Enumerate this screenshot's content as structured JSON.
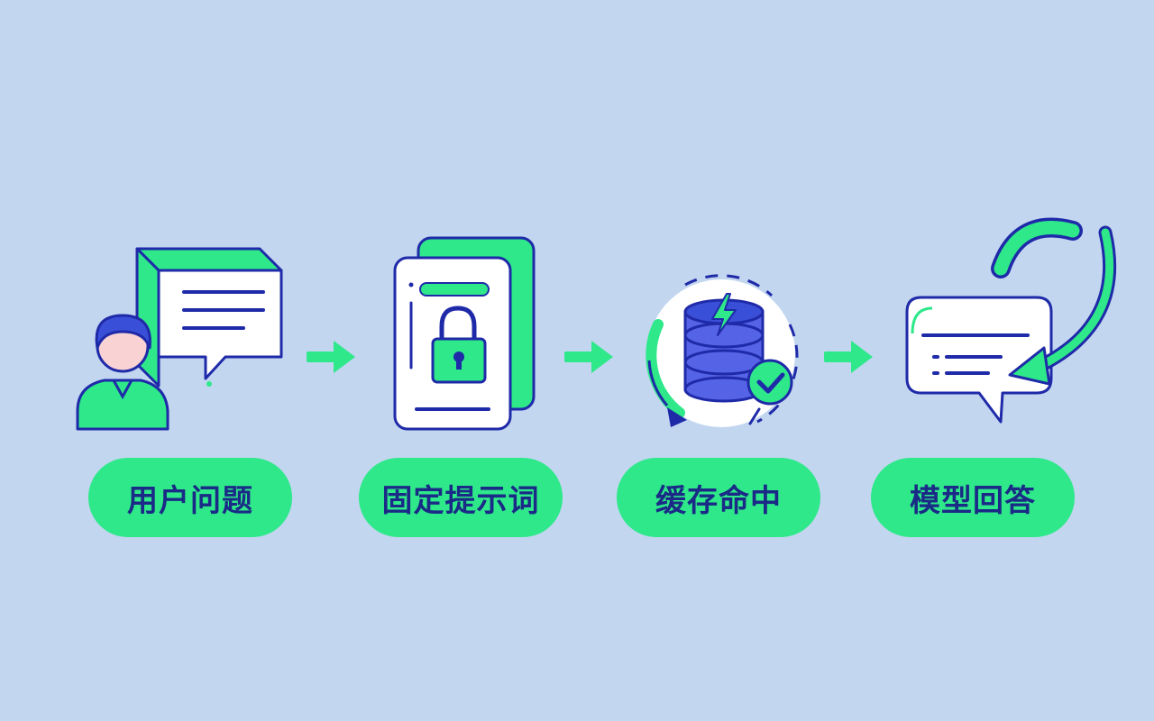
{
  "colors": {
    "background": "#c2d6f0",
    "accent_green": "#2ee88a",
    "outline_navy": "#1f2aa8",
    "label_text": "#1a2a86",
    "panel_white": "#ffffff",
    "db_blue": "#5563e6",
    "skin": "#f9d3d3"
  },
  "steps": [
    {
      "label": "用户问题",
      "icon": "user-with-speech-bubble-icon"
    },
    {
      "label": "固定提示词",
      "icon": "locked-document-icon"
    },
    {
      "label": "缓存命中",
      "icon": "database-cache-hit-icon"
    },
    {
      "label": "模型回答",
      "icon": "reply-bubble-with-return-arrow-icon"
    }
  ],
  "connectors": [
    "arrow-right-icon",
    "arrow-right-icon",
    "arrow-right-icon"
  ]
}
